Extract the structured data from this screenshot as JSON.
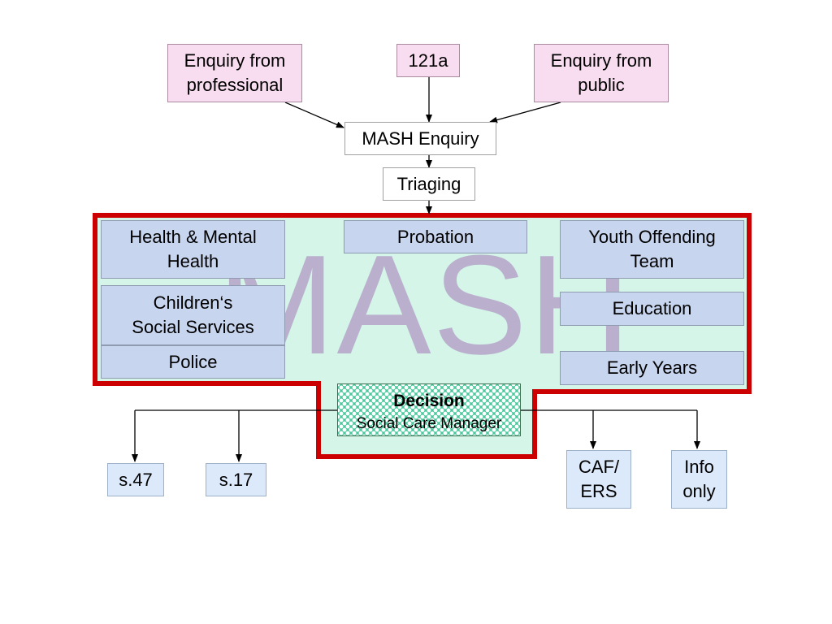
{
  "sources": {
    "professional": "Enquiry from\nprofessional",
    "form_121a": "121a",
    "public": "Enquiry from\npublic"
  },
  "process": {
    "mash_enquiry": "MASH Enquiry",
    "triaging": "Triaging"
  },
  "mash": {
    "watermark": "MASH",
    "agencies": {
      "health": "Health & Mental\nHealth",
      "probation": "Probation",
      "youth_offending": "Youth Offending\nTeam",
      "childrens_social_services": "Children‘s\nSocial Services",
      "education": "Education",
      "police": "Police",
      "early_years": "Early Years"
    }
  },
  "decision": {
    "title": "Decision",
    "subtitle": "Social Care Manager"
  },
  "outcomes": {
    "s47": "s.47",
    "s17": "s.17",
    "caf_ers": "CAF/\nERS",
    "info_only": "Info\nonly"
  },
  "colors": {
    "mash_border": "#cc0000",
    "mash_fill": "#d4f5e8",
    "source_fill": "#f8dcf0",
    "agency_fill": "#c7d5ef",
    "outcome_fill": "#dbe9fa",
    "decision_fill": "#49c79a"
  }
}
